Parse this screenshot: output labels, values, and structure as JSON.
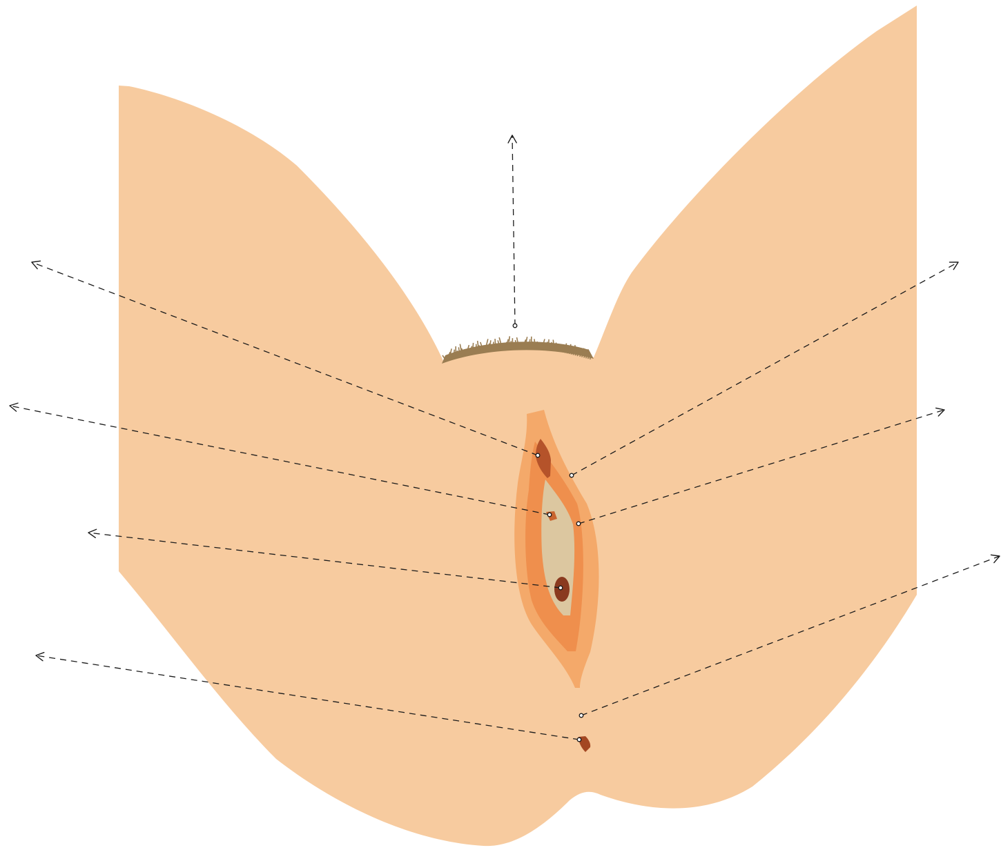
{
  "figure": {
    "type": "unlabeled anatomical diagram",
    "labels_shown": false
  },
  "colors": {
    "background": "#ffffff",
    "skin": "#f7cb9f",
    "labia_majora": "#f4a96a",
    "labia_minora": "#ef8f4d",
    "vestibule": "#dcc7a0",
    "clitoris": "#b5532a",
    "urethral_opening": "#c9642f",
    "vaginal_opening": "#8a3a1f",
    "anus": "#a34722",
    "pubic_hair": "#9a7d52",
    "leader_line": "#1a1a1a"
  },
  "callouts": [
    {
      "id": "mons-pubis",
      "direction": "up",
      "label": ""
    },
    {
      "id": "clitoris",
      "direction": "upper-left",
      "label": ""
    },
    {
      "id": "urethral-opening",
      "direction": "left",
      "label": ""
    },
    {
      "id": "vaginal-opening",
      "direction": "left",
      "label": ""
    },
    {
      "id": "anus",
      "direction": "lower-left",
      "label": ""
    },
    {
      "id": "labia-majora",
      "direction": "upper-right",
      "label": ""
    },
    {
      "id": "labia-minora",
      "direction": "right",
      "label": ""
    },
    {
      "id": "perineum",
      "direction": "lower-right",
      "label": ""
    }
  ]
}
